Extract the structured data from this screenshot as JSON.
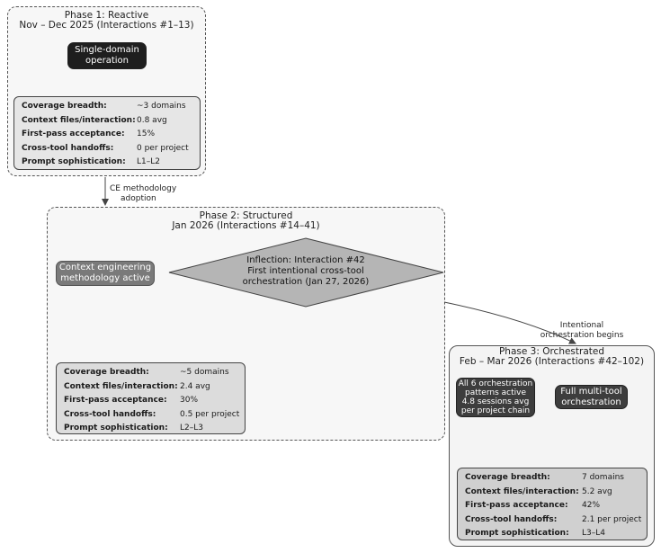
{
  "phase1": {
    "title": "Phase 1: Reactive",
    "subtitle": "Nov – Dec 2025 (Interactions #1–13)",
    "mode": "Single-domain operation",
    "metrics": [
      {
        "label": "Coverage breadth:",
        "value": "~3 domains"
      },
      {
        "label": "Context files/interaction:",
        "value": "0.8 avg"
      },
      {
        "label": "First-pass acceptance:",
        "value": "15%"
      },
      {
        "label": "Cross-tool handoffs:",
        "value": "0 per project"
      },
      {
        "label": "Prompt sophistication:",
        "value": "L1–L2"
      }
    ]
  },
  "transition1": {
    "label_line1": "CE methodology",
    "label_line2": "adoption"
  },
  "phase2": {
    "title": "Phase 2: Structured",
    "subtitle": "Jan 2026 (Interactions #14–41)",
    "mode_line1": "Context engineering",
    "mode_line2": "methodology active",
    "inflection": {
      "line1": "Inflection: Interaction #42",
      "line2": "First intentional cross-tool",
      "line3": "orchestration (Jan 27, 2026)"
    },
    "metrics": [
      {
        "label": "Coverage breadth:",
        "value": "~5 domains"
      },
      {
        "label": "Context files/interaction:",
        "value": "2.4 avg"
      },
      {
        "label": "First-pass acceptance:",
        "value": "30%"
      },
      {
        "label": "Cross-tool handoffs:",
        "value": "0.5 per project"
      },
      {
        "label": "Prompt sophistication:",
        "value": "L2–L3"
      }
    ]
  },
  "transition2": {
    "label_line1": "Intentional",
    "label_line2": "orchestration begins"
  },
  "phase3": {
    "title": "Phase 3: Orchestrated",
    "subtitle": "Feb – Mar 2026 (Interactions #42–102)",
    "patterns": {
      "line1": "All 6 orchestration",
      "line2": "patterns active",
      "line3": "4.8 sessions avg",
      "line4": "per project chain"
    },
    "mode_line1": "Full multi-tool",
    "mode_line2": "orchestration",
    "metrics": [
      {
        "label": "Coverage breadth:",
        "value": "7 domains"
      },
      {
        "label": "Context files/interaction:",
        "value": "5.2 avg"
      },
      {
        "label": "First-pass acceptance:",
        "value": "42%"
      },
      {
        "label": "Cross-tool handoffs:",
        "value": "2.1 per project"
      },
      {
        "label": "Prompt sophistication:",
        "value": "L3–L4"
      }
    ]
  }
}
